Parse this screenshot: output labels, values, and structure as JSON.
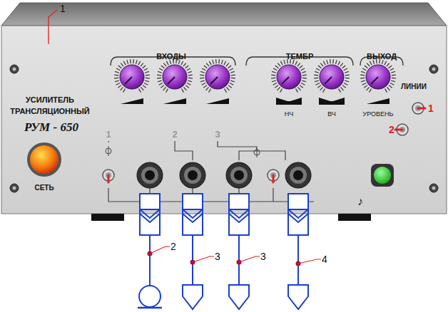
{
  "diagram": {
    "labels": [
      "1",
      "УСИЛИТЕЛЬ",
      "ТРАНСЛЯЦИОННЫЙ",
      "РУМ - 650",
      "ВХОДЫ",
      "ТЕМБР",
      "ВЫХОД",
      "ЛИНИИ",
      "1",
      "2",
      "1",
      "2",
      "3",
      "НЧ",
      "ВЧ",
      "УРОВЕНЬ",
      "СЕТЬ",
      "♪",
      "2",
      "3",
      "3",
      "4"
    ]
  }
}
